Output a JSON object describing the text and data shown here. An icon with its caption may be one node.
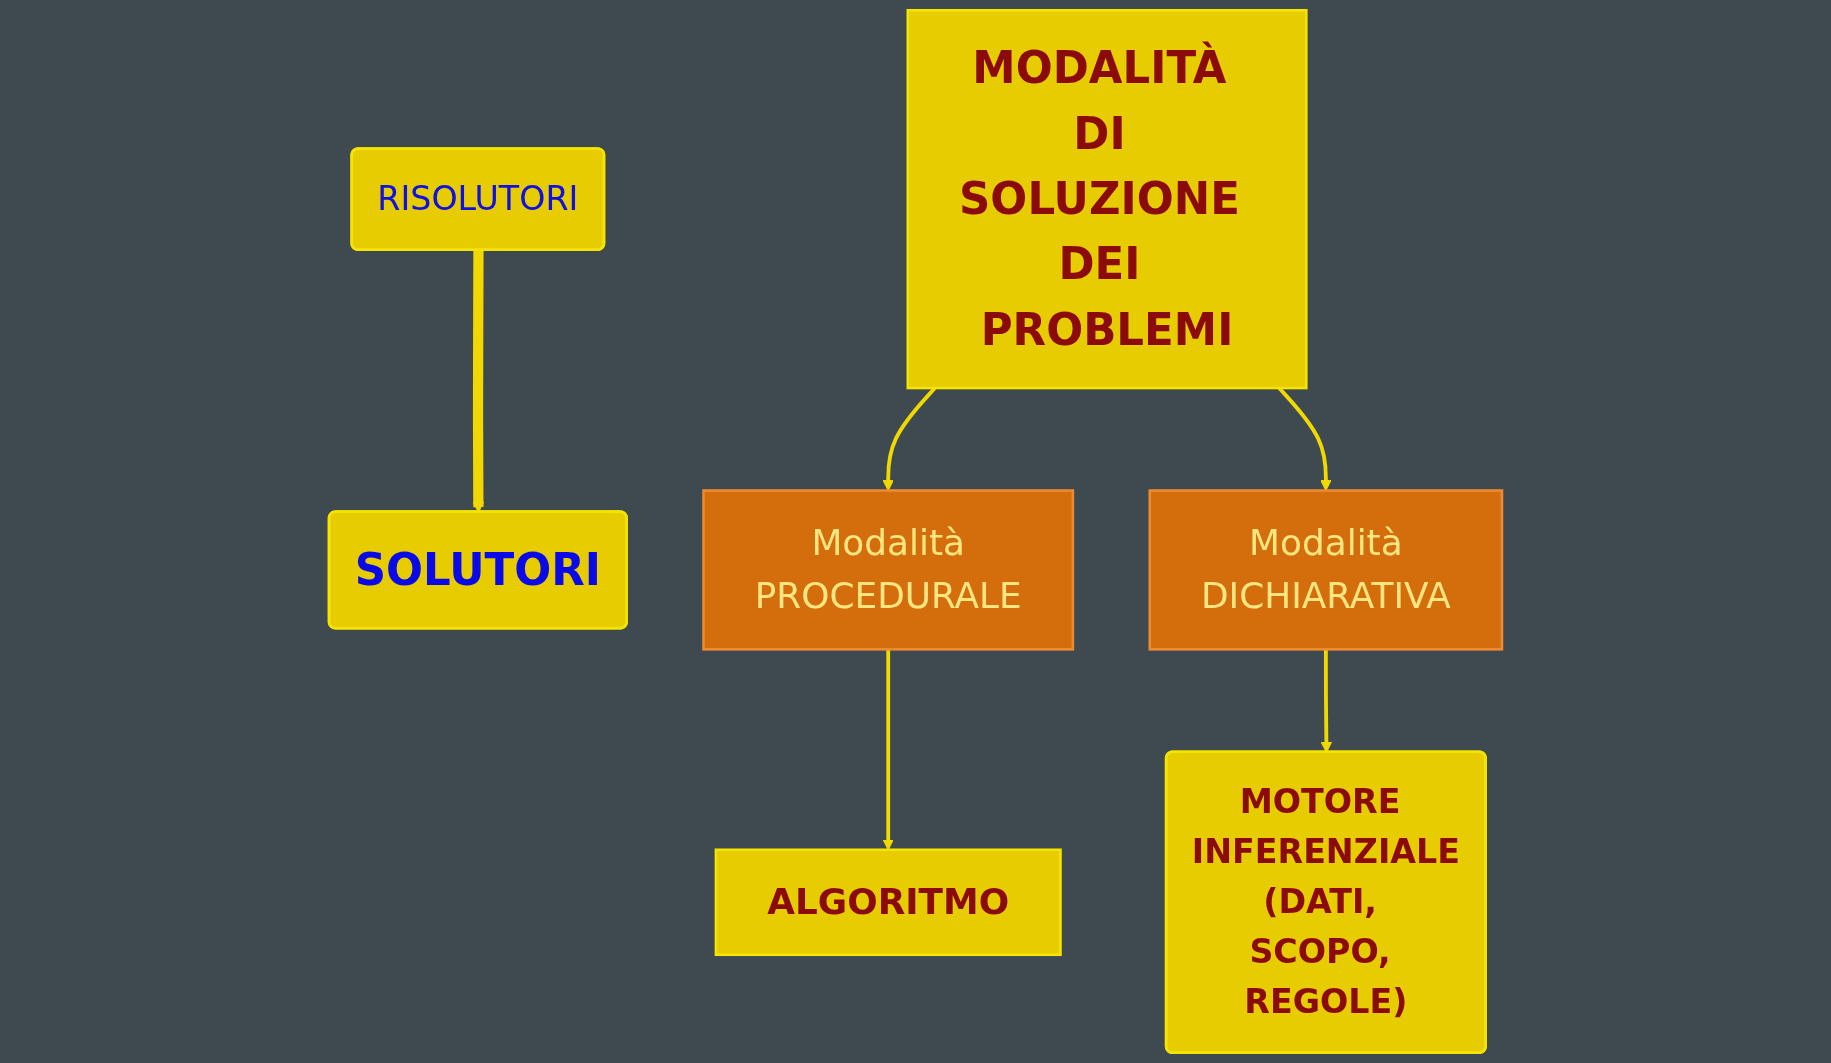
{
  "diagram": {
    "nodes": [
      {
        "text": [
          "RISOLUTORI"
        ]
      },
      {
        "text": [
          "SOLUTORI"
        ]
      },
      {
        "text": [
          "MODALITÀ DI SOLUZIONE DEI PROBLEMI"
        ]
      },
      {
        "text": [
          "Modalità",
          "PROCEDURALE"
        ]
      },
      {
        "text": [
          "Modalità",
          "DICHIARATIVA"
        ]
      },
      {
        "text": [
          "ALGORITMO"
        ]
      },
      {
        "text": [
          "MOTORE INFERENZIALE",
          "(DATI, SCOPO, REGOLE)"
        ]
      }
    ],
    "edges": [
      {
        "from": 0,
        "to": 1,
        "arrow": "to",
        "style": "thick"
      },
      {
        "from": 2,
        "to": 3,
        "arrow": "to"
      },
      {
        "from": 2,
        "to": 4,
        "arrow": "to"
      },
      {
        "from": 3,
        "to": 5,
        "arrow": "to"
      },
      {
        "from": 4,
        "to": 6,
        "arrow": "to"
      }
    ]
  }
}
